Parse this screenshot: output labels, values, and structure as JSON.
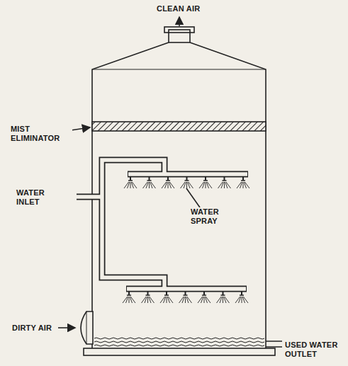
{
  "diagram": {
    "labels": [
      "CLEAN AIR",
      "MIST ELIMINATOR",
      "WATER INLET",
      "WATER SPRAY",
      "DIRTY AIR",
      "USED WATER OUTLET"
    ]
  }
}
